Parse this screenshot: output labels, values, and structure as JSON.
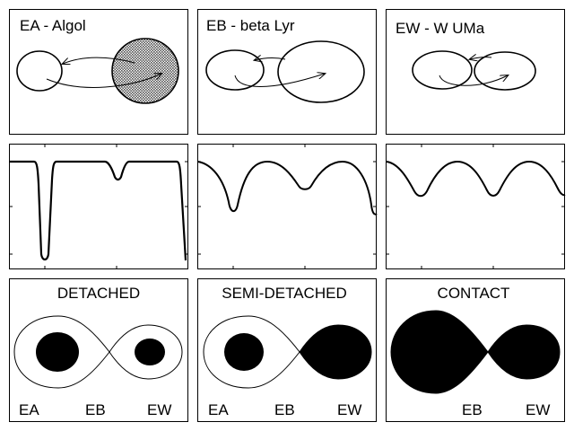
{
  "panels": {
    "top": [
      {
        "title": "EA  -  Algol"
      },
      {
        "title": "EB  -  beta Lyr"
      },
      {
        "title": "EW  -  W UMa"
      }
    ],
    "bottom": [
      {
        "title": "DETACHED",
        "labels": [
          "EA",
          "EB",
          "EW"
        ]
      },
      {
        "title": "SEMI-DETACHED",
        "labels": [
          "EA",
          "EB",
          "EW"
        ]
      },
      {
        "title": "CONTACT",
        "labels": [
          "EB",
          "EW"
        ]
      }
    ]
  },
  "colors": {
    "ink": "#000000",
    "paper": "#ffffff",
    "hatch": "#6b6b6b"
  }
}
